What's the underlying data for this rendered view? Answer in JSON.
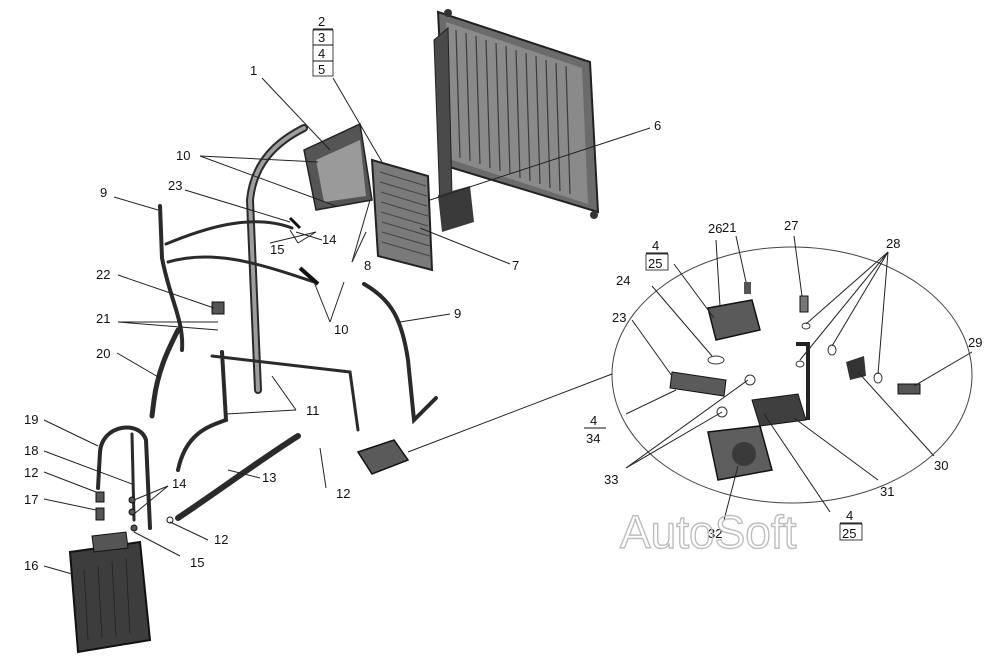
{
  "watermark": "AutoSoft",
  "callouts": {
    "c1": "1",
    "stack_top": [
      "2",
      "3",
      "4",
      "5"
    ],
    "c6": "6",
    "c7": "7",
    "c8": "8",
    "c9a": "9",
    "c9b": "9",
    "c10a": "10",
    "c10b": "10",
    "c11": "11",
    "c12a": "12",
    "c12b": "12",
    "c12c": "12",
    "c13": "13",
    "c14a": "14",
    "c14b": "14",
    "c15a": "15",
    "c15b": "15",
    "c16": "16",
    "c17": "17",
    "c18": "18",
    "c19": "19",
    "c20": "20",
    "c21a": "21",
    "c21b": "21",
    "c22": "22",
    "c23a": "23",
    "c23b": "23",
    "c24": "24",
    "frac_4_25_top": [
      "4",
      "25"
    ],
    "c26": "26",
    "c27": "27",
    "c28": "28",
    "c29": "29",
    "c30": "30",
    "c31": "31",
    "c32": "32",
    "c33": "33",
    "frac_4_34": [
      "4",
      "34"
    ],
    "frac_4_25_bottom": [
      "4",
      "25"
    ]
  }
}
